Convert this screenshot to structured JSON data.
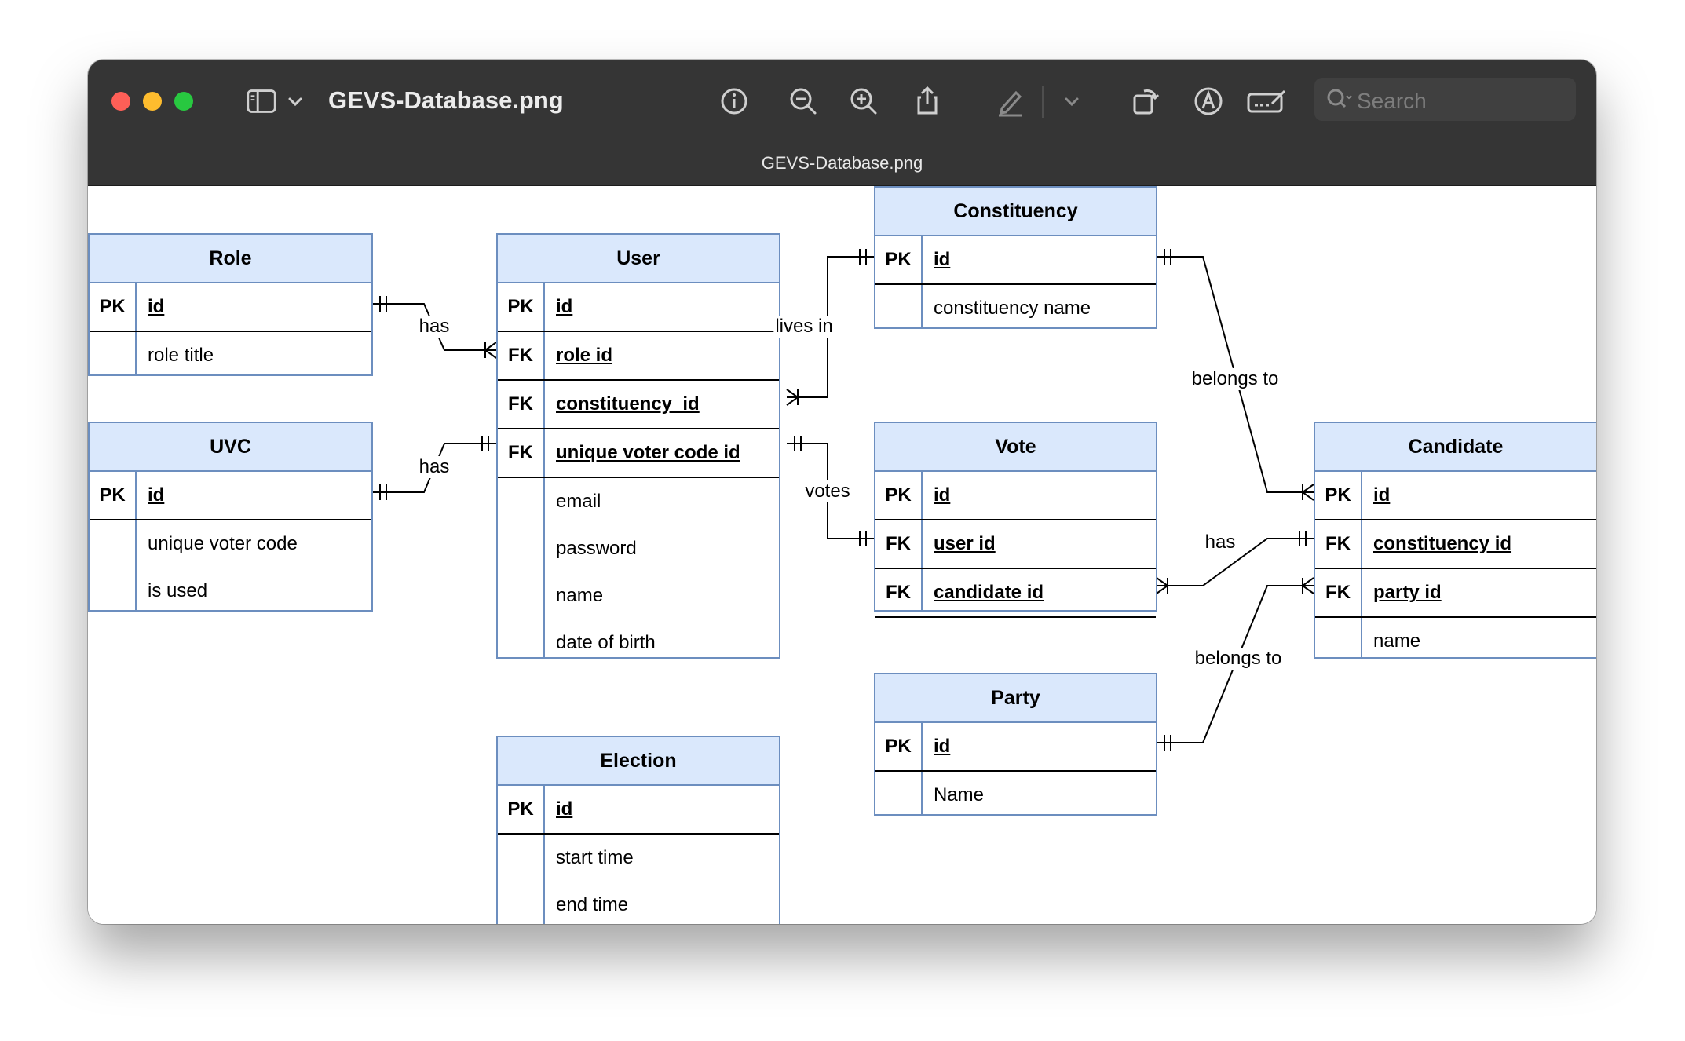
{
  "window": {
    "title": "GEVS-Database.png",
    "document_title": "GEVS-Database.png",
    "search_placeholder": "Search",
    "toolbar_icons": [
      "sidebar-icon",
      "chevron-down-icon",
      "info-icon",
      "zoom-out-icon",
      "zoom-in-icon",
      "share-icon",
      "highlight-icon",
      "chevron-down-icon",
      "rotate-icon",
      "markup-icon",
      "signature-icon",
      "search-icon"
    ],
    "traffic_light_colors": {
      "close": "#fe5f57",
      "minimize": "#febc2e",
      "zoom": "#28c840"
    }
  },
  "diagram": {
    "colors": {
      "header_fill": "#dae8fc",
      "border": "#6c8ebf"
    },
    "tables": {
      "role": {
        "title": "Role",
        "rows": [
          {
            "key": "PK",
            "name": "id"
          },
          {
            "key": "",
            "name": "role title"
          }
        ]
      },
      "uvc": {
        "title": "UVC",
        "rows": [
          {
            "key": "PK",
            "name": "id"
          },
          {
            "key": "",
            "name": "unique voter code"
          },
          {
            "key": "",
            "name": "is used"
          }
        ]
      },
      "user": {
        "title": "User",
        "rows": [
          {
            "key": "PK",
            "name": "id"
          },
          {
            "key": "FK",
            "name": "role id"
          },
          {
            "key": "FK",
            "name": "constituency_id"
          },
          {
            "key": "FK",
            "name": "unique voter code id"
          },
          {
            "key": "",
            "name": "email"
          },
          {
            "key": "",
            "name": "password"
          },
          {
            "key": "",
            "name": "name"
          },
          {
            "key": "",
            "name": "date of birth"
          }
        ]
      },
      "election": {
        "title": "Election",
        "rows": [
          {
            "key": "PK",
            "name": "id"
          },
          {
            "key": "",
            "name": "start time"
          },
          {
            "key": "",
            "name": "end time"
          }
        ]
      },
      "constituency": {
        "title": "Constituency",
        "rows": [
          {
            "key": "PK",
            "name": "id"
          },
          {
            "key": "",
            "name": "constituency name"
          }
        ]
      },
      "vote": {
        "title": "Vote",
        "rows": [
          {
            "key": "PK",
            "name": "id"
          },
          {
            "key": "FK",
            "name": "user id"
          },
          {
            "key": "FK",
            "name": "candidate id"
          }
        ]
      },
      "party": {
        "title": "Party",
        "rows": [
          {
            "key": "PK",
            "name": "id"
          },
          {
            "key": "",
            "name": "Name"
          }
        ]
      },
      "candidate": {
        "title": "Candidate",
        "rows": [
          {
            "key": "PK",
            "name": "id"
          },
          {
            "key": "FK",
            "name": "constituency id"
          },
          {
            "key": "FK",
            "name": "party id"
          },
          {
            "key": "",
            "name": "name"
          }
        ]
      }
    },
    "relationships": {
      "role_user": "has",
      "uvc_user": "has",
      "user_constituency": "lives in",
      "user_vote": "votes",
      "constituency_candidate": "belongs to",
      "candidate_vote": "has",
      "party_candidate": "belongs to"
    }
  }
}
